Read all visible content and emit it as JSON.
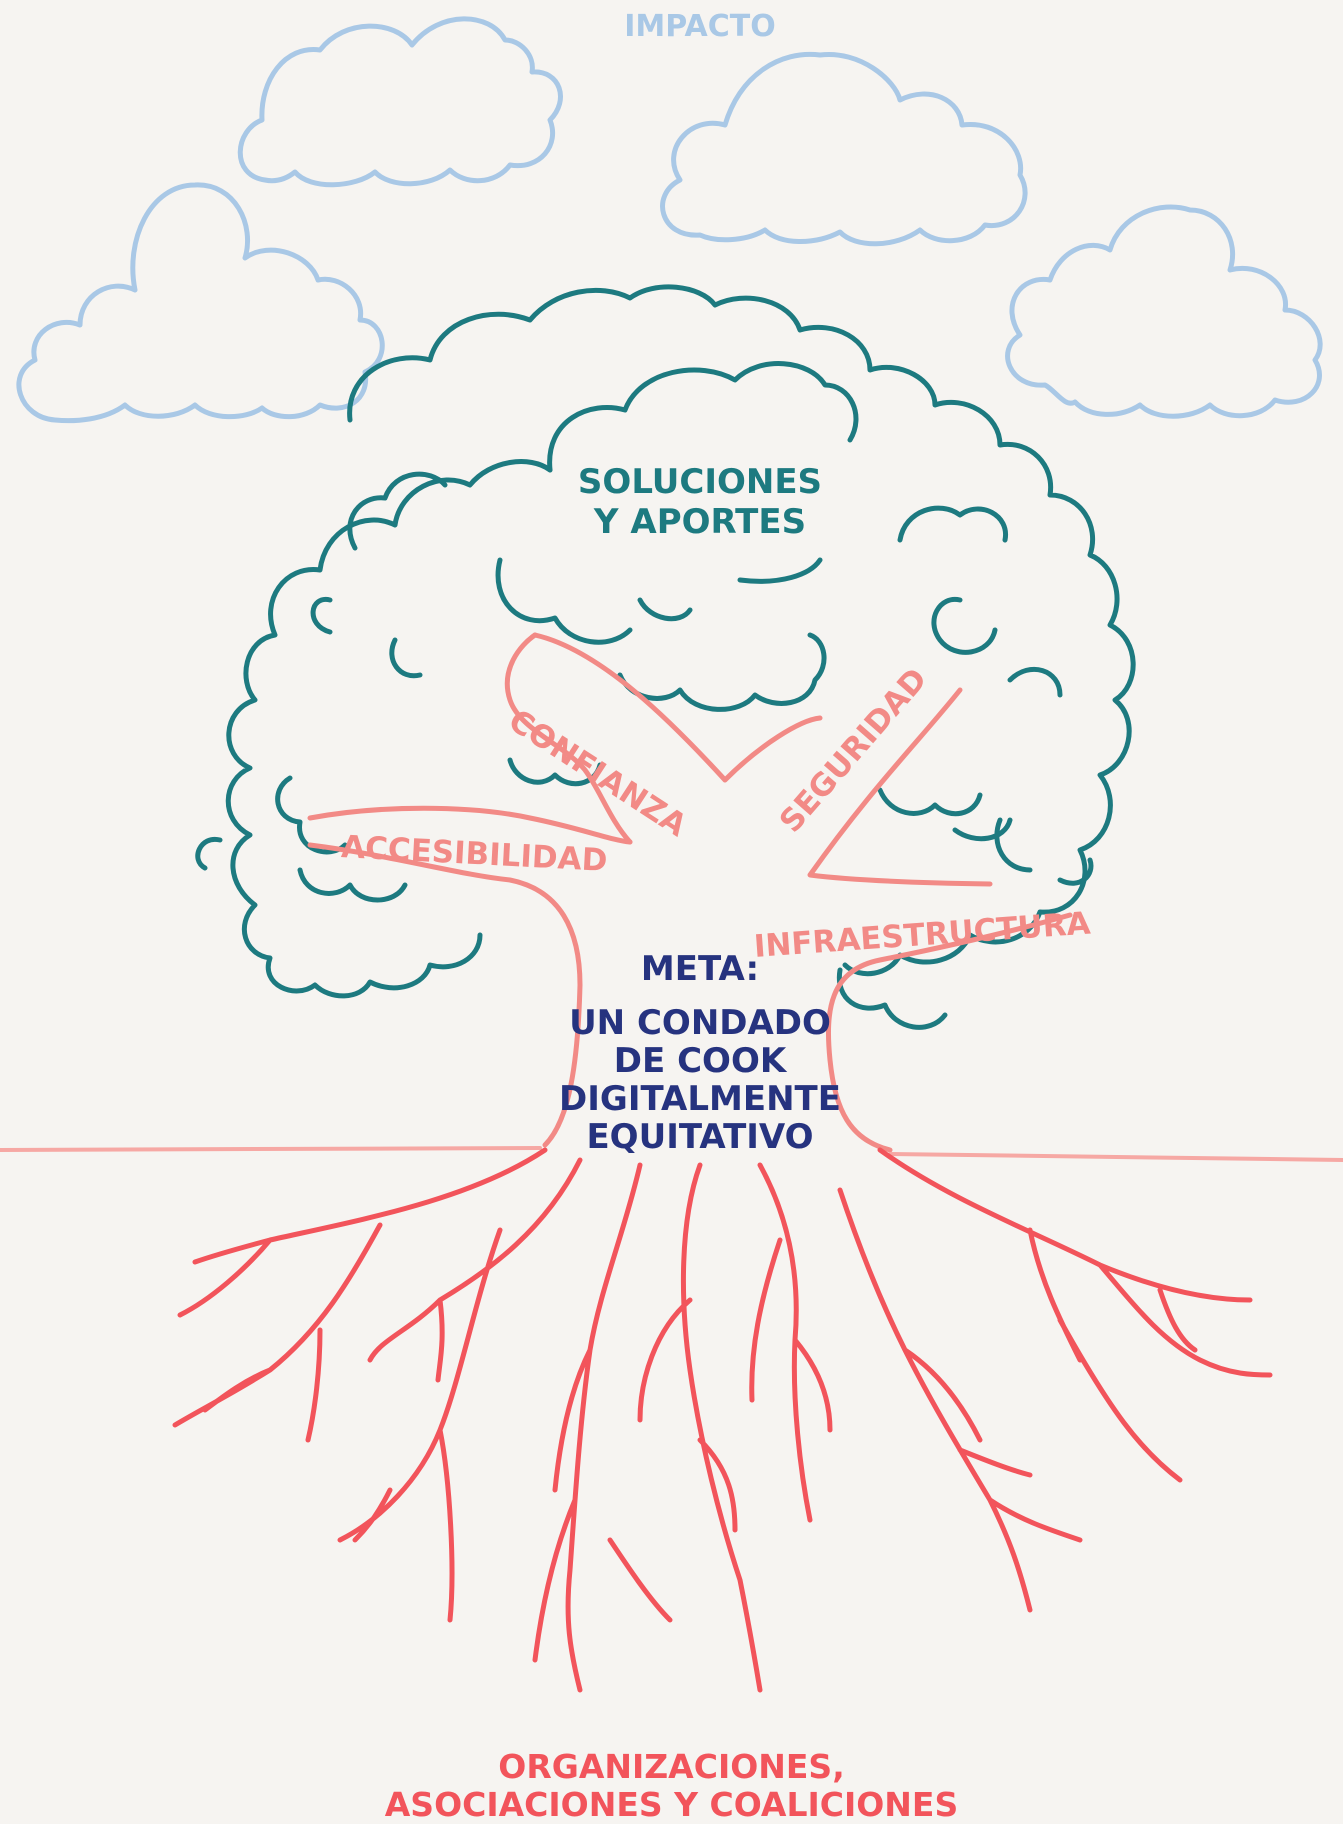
{
  "colors": {
    "background": "#f6f4f1",
    "clouds": "#a9c8e6",
    "canopy": "#1d7a80",
    "trunk": "#f28a86",
    "ground": "#f6a8a4",
    "roots": "#f2545b",
    "goal_text": "#26337f"
  },
  "labels": {
    "impact": "IMPACTO",
    "canopy_line1": "SOLUCIONES",
    "canopy_line2": "Y APORTES",
    "branch_confianza": "CONFIANZA",
    "branch_seguridad": "SEGURIDAD",
    "branch_accesibilidad": "ACCESIBILIDAD",
    "branch_infraestructura": "INFRAESTRUCTURA",
    "goal_title": "META:",
    "goal_line1": "UN CONDADO",
    "goal_line2": "DE COOK",
    "goal_line3": "DIGITALMENTE",
    "goal_line4": "EQUITATIVO",
    "roots_line1": "ORGANIZACIONES,",
    "roots_line2": "ASOCIACIONES Y COALICIONES"
  }
}
